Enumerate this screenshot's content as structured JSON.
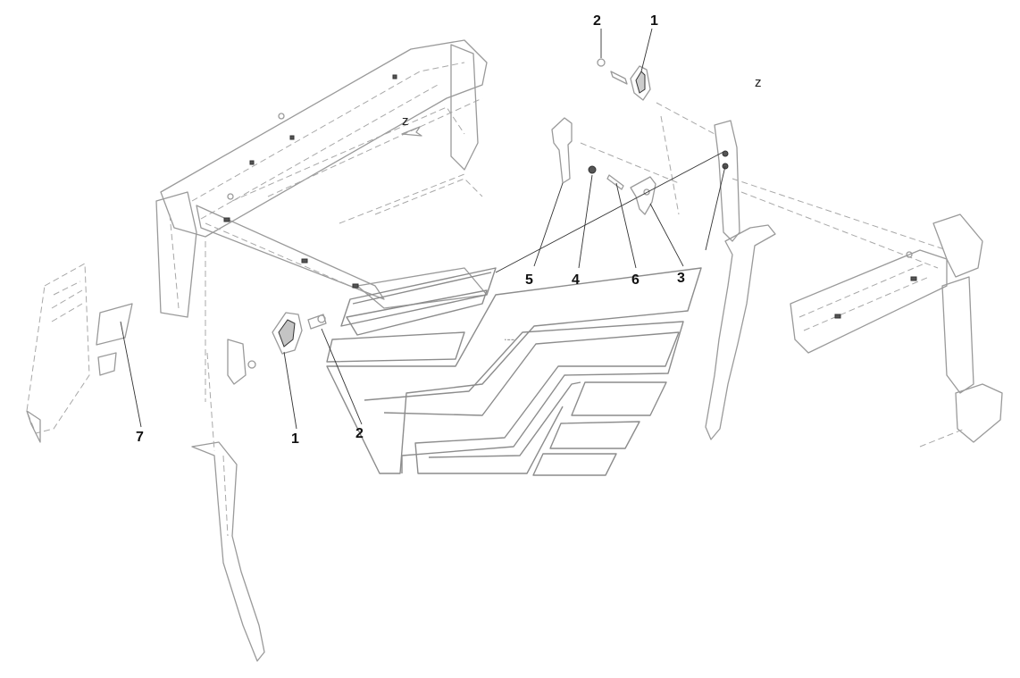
{
  "callouts": {
    "c1_top": "1",
    "c2_top": "2",
    "c5": "5",
    "c4": "4",
    "c6": "6",
    "c3": "3",
    "c7": "7",
    "c1_left": "1",
    "c2_mid": "2"
  },
  "view_labels": {
    "z_upper_right": "z",
    "z_left_frame": "z"
  }
}
